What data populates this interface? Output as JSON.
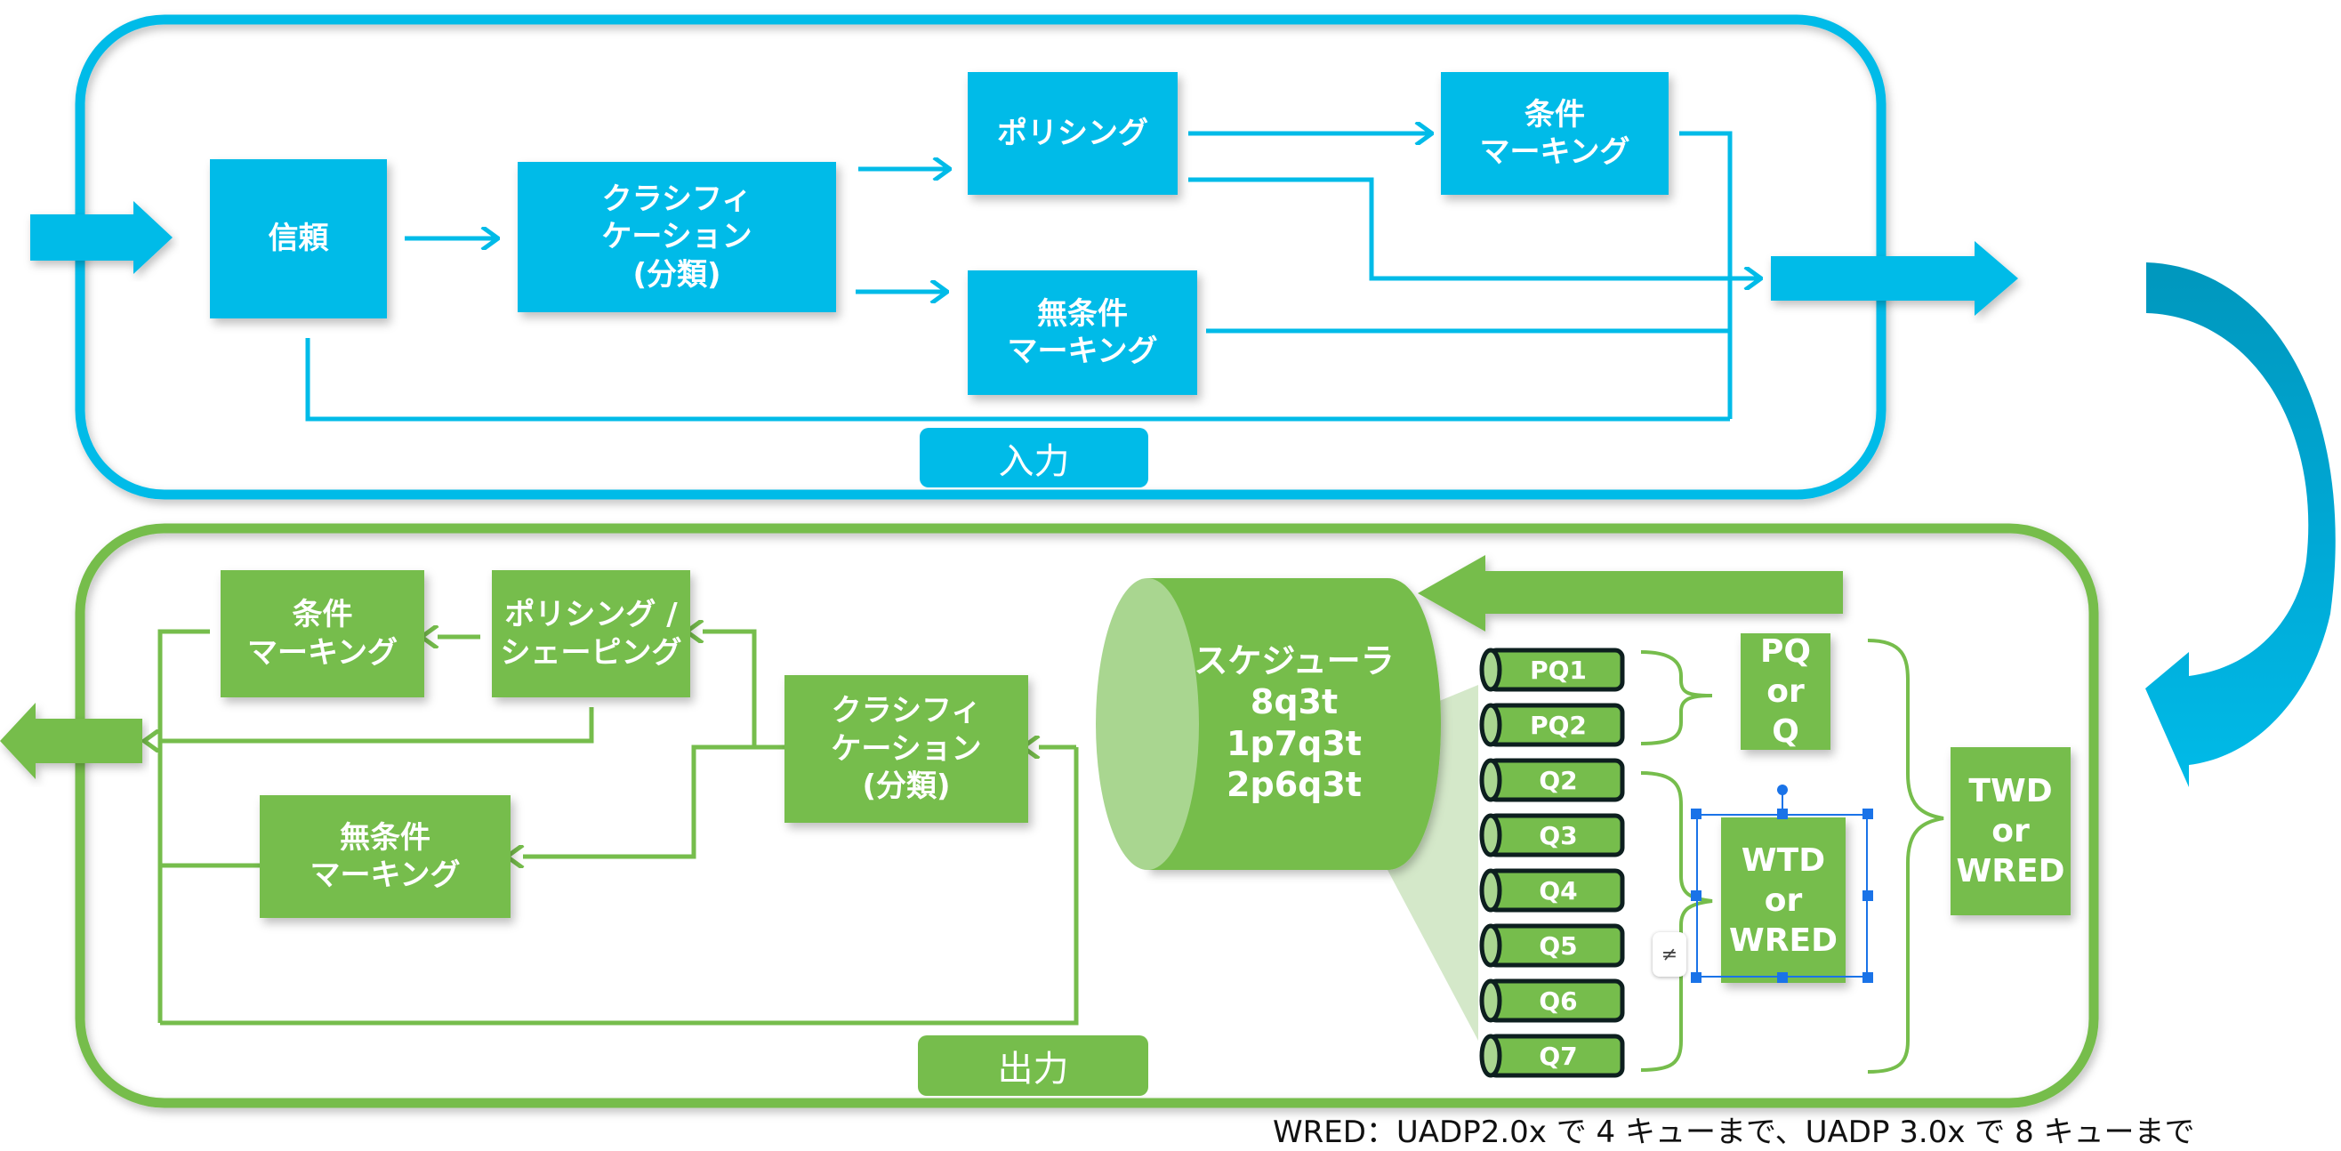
{
  "colors": {
    "input_blue": "#00bbe8",
    "curve_arrow_dark": "#0097bd",
    "output_green": "#76bd4c",
    "cylinder_face": "#a9d690",
    "queue_outline": "#0d1f1f",
    "selection_blue": "#1a73e8"
  },
  "input_section": {
    "label": "入力",
    "boxes": {
      "trust": "信頼",
      "classification": "クラシフィ\nケーション\n(分類)",
      "policing": "ポリシング",
      "unconditional_marking": "無条件\nマーキング",
      "conditional_marking": "条件\nマーキング"
    }
  },
  "output_section": {
    "label": "出力",
    "boxes": {
      "conditional_marking": "条件\nマーキング",
      "policing_shaping": "ポリシング /\nシェーピング",
      "classification": "クラシフィ\nケーション\n(分類)",
      "unconditional_marking": "無条件\nマーキング"
    },
    "scheduler": {
      "text": "スケジューラ\n8q3t\n1p7q3t\n2p6q3t"
    },
    "queues": [
      "PQ1",
      "PQ2",
      "Q2",
      "Q3",
      "Q4",
      "Q5",
      "Q6",
      "Q7"
    ],
    "pq_group_label": "PQ\nor\nQ",
    "q_group_label": "WTD\nor\nWRED",
    "all_group_label": "TWD\nor\nWRED",
    "selected_shape": "WTD or WRED",
    "floating_button_icon": "text-wrap-icon"
  },
  "footer_note": "WRED：UADP2.0x で 4 キューまで、UADP 3.0x で 8 キューまで"
}
